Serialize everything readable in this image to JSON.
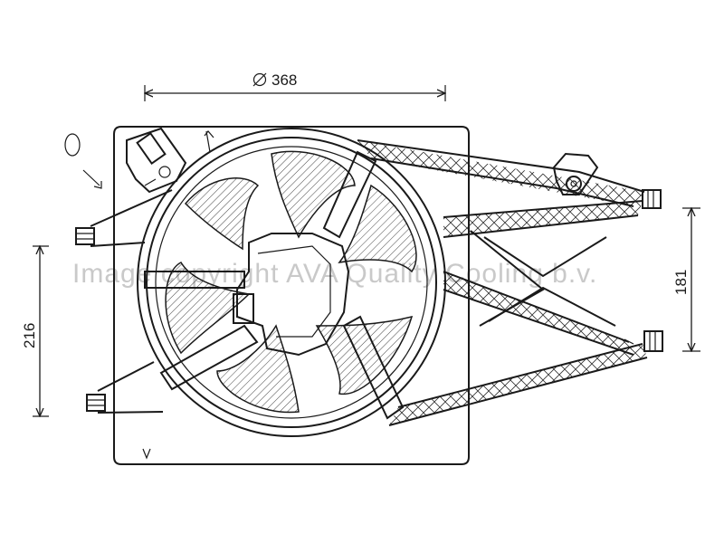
{
  "diagram": {
    "dimensions": {
      "diameter_label": "368",
      "height_left_label": "216",
      "height_right_label": "181"
    },
    "diameter_icon": "diameter-symbol",
    "watermark": "Image copyright AVA Quality Cooling b.v.",
    "colors": {
      "line": "#1a1a1a",
      "watermark": "#c9c9c9",
      "background": "#ffffff"
    }
  }
}
